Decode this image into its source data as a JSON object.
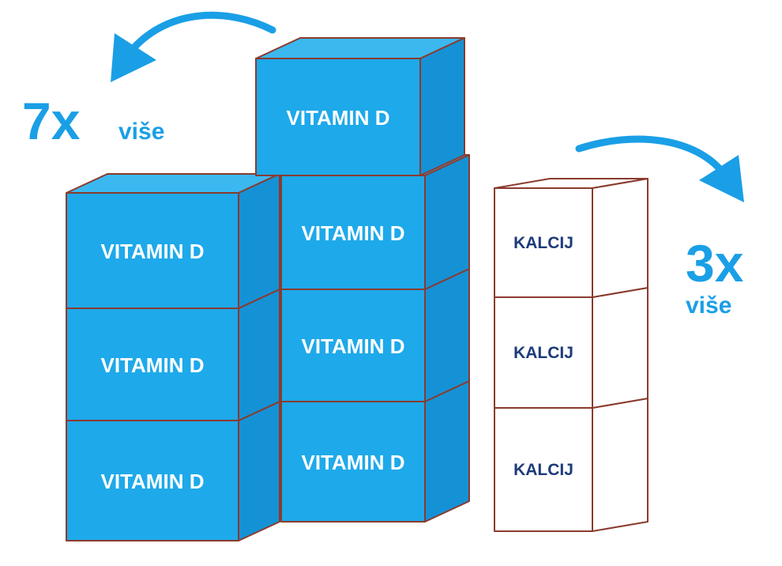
{
  "left_callout": {
    "multiplier": "7x",
    "word": "više"
  },
  "right_callout": {
    "multiplier": "3x",
    "word": "više"
  },
  "vitamin_boxes": [
    {
      "label": "VITAMIN D"
    },
    {
      "label": "VITAMIN D"
    },
    {
      "label": "VITAMIN D"
    },
    {
      "label": "VITAMIN D"
    },
    {
      "label": "VITAMIN D"
    },
    {
      "label": "VITAMIN D"
    },
    {
      "label": "VITAMIN D"
    }
  ],
  "calcium_boxes": [
    {
      "label": "KALCIJ"
    },
    {
      "label": "KALCIJ"
    },
    {
      "label": "KALCIJ"
    }
  ],
  "colors": {
    "accent": "#1a9fe6",
    "box_front": "#1ea9ea",
    "box_side": "#1592d6",
    "box_top": "#3bb8f0",
    "outline": "#8a3b2e",
    "kalcij_text": "#1d3a7a"
  },
  "icons": [
    "curved-arrow-left-icon",
    "curved-arrow-right-icon"
  ]
}
